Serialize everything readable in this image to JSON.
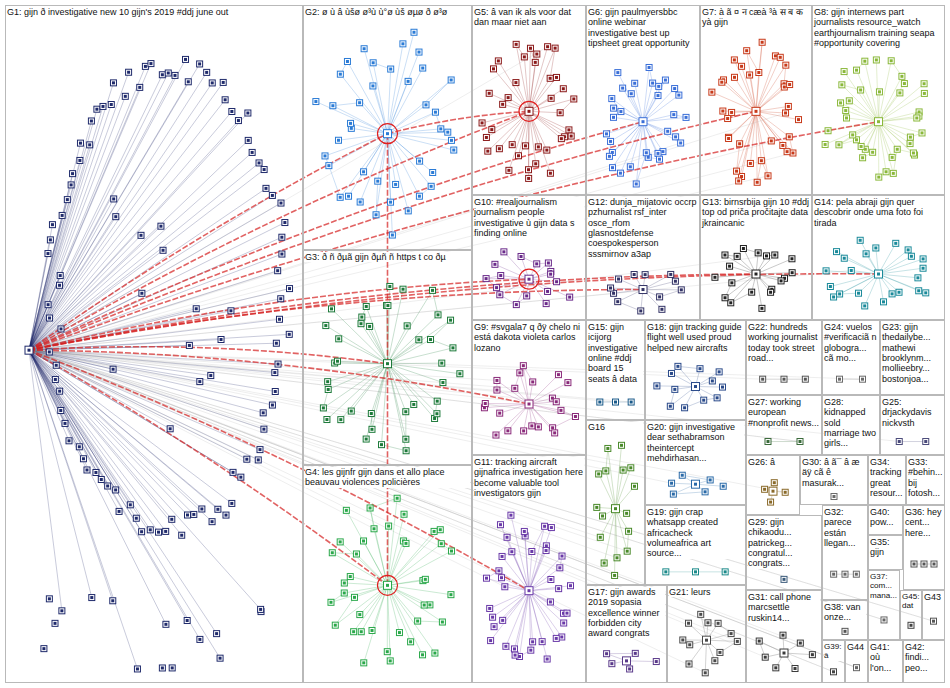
{
  "diagram": {
    "nodes": [
      {
        "text": [
          "G1: gijn ð investigative new 10 gijn's 2019 #ddj june out"
        ]
      },
      {
        "text": [
          "G2: ø ù â ùšø ø³ù ù°ø ùš øµø ð ø³ø"
        ]
      },
      {
        "text": [
          "G5: â van ik als voor dat dan maar niet aan"
        ]
      },
      {
        "text": [
          "G6: gijn paulmyersbbc online webinar investigative best up tipsheet great opportunity"
        ]
      },
      {
        "text": [
          "G7: à ã ¤ न cæà ³à स ब क yà gijn"
        ]
      },
      {
        "text": [
          "G8: gijn internews part journalists resource_watch earthjournalism training seapa #opportunity covering"
        ]
      },
      {
        "text": [
          "G10: #realjournalism journalism people investigative ù gijn data s finding online"
        ]
      },
      {
        "text": [
          "G12: dunja_mijatovic occrp pzhurnalist rsf_inter osce_rfom glasnostdefense coespokesperson sssmirnov a3ap"
        ]
      },
      {
        "text": [
          "G13: birnsrbija gijn 10 #ddj top od priča pročitajte data jkraincanic"
        ]
      },
      {
        "text": [
          "G14: pela abraji gijn quer descobrir onde uma foto foi tirada"
        ]
      },
      {
        "text": [
          "G3: ð ñ ðµã gijn ðµñ ñ https t co ðµ"
        ]
      },
      {
        "text": [
          "G9: #svgala7 q ðÿ chelo ni está dakota violeta carlos lozano"
        ]
      },
      {
        "text": [
          "G15: gijn icijorg investigative online #ddj board 15 seats â data"
        ]
      },
      {
        "text": [
          "G18: gijn tracking guide flight well used proud helped new aircrafts"
        ]
      },
      {
        "text": [
          "G22: hundreds working journalist today took street road..."
        ]
      },
      {
        "text": [
          "G24: vuelos #verificaciã n globogra... cã mo..."
        ]
      },
      {
        "text": [
          "G23: gijn thedailybe... mathewi brooklynm... mollieebry... bostonjoa..."
        ]
      },
      {
        "text": [
          "G27: working european #nonprofit news..."
        ]
      },
      {
        "text": [
          "G28: kidnapped sold marriage two girls..."
        ]
      },
      {
        "text": [
          "G25: drjackydavis nickvsth"
        ]
      },
      {
        "text": [
          "G26: â"
        ]
      },
      {
        "text": [
          "G30: â ã¯ â æ äÿ cã ê masurak..."
        ]
      },
      {
        "text": [
          "G34: tracking great resour..."
        ]
      },
      {
        "text": [
          "G33: #behin... bij fotosh..."
        ]
      },
      {
        "text": [
          "G4: les gijnfr gijn dans et allo place beauvau violences policières"
        ]
      },
      {
        "text": [
          "G11: tracking aircraft gijnafrica investigation here become valuable tool investigators gijn"
        ]
      },
      {
        "text": [
          "G16"
        ]
      },
      {
        "text": [
          "G20: gijn investigative dear sethabramson theintercept mehdirhasan..."
        ]
      },
      {
        "text": [
          "G19: gijn crap whatsapp created africacheck volumeafrica art source..."
        ]
      },
      {
        "text": [
          "G40: pow..."
        ]
      },
      {
        "text": [
          "G29: gijn chikaodu... patrickeg... congratul... congrats..."
        ]
      },
      {
        "text": [
          "G32: parece están llegan..."
        ]
      },
      {
        "text": [
          "G35: gijn"
        ]
      },
      {
        "text": [
          "G36: hey cent... here..."
        ]
      },
      {
        "text": [
          "G17: gijn awards 2019 sopasia excellence winner forbidden city award congrats"
        ]
      },
      {
        "text": [
          "G21: leurs"
        ]
      },
      {
        "text": [
          "G31: call phone marcsettle ruskin14..."
        ]
      },
      {
        "text": [
          "G38: van onze..."
        ]
      },
      {
        "text": [
          "G37: com... mana..."
        ]
      },
      {
        "text": [
          "G45: dat"
        ]
      },
      {
        "text": [
          "G43"
        ]
      },
      {
        "text": [
          "G39: â"
        ]
      },
      {
        "text": [
          "G44"
        ]
      },
      {
        "text": [
          "G41: où l'on..."
        ]
      },
      {
        "text": [
          "G42: findi... peo..."
        ]
      }
    ]
  }
}
